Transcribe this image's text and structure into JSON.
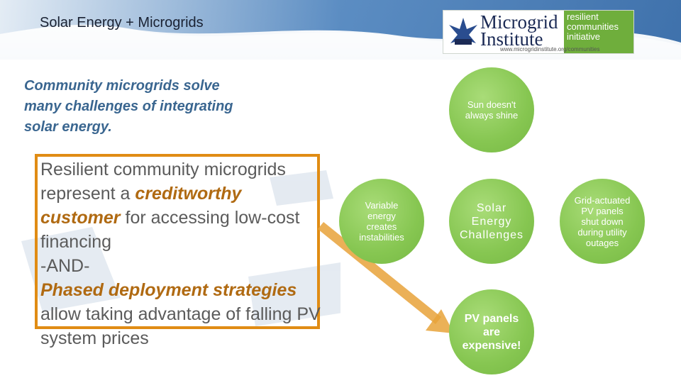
{
  "header": {
    "title": "Solar Energy + Microgrids"
  },
  "logo": {
    "line1": "Microgrid",
    "line2": "Institute",
    "tagline": "resilient communities initiative",
    "url": "www.microgridinstitute.org/communities"
  },
  "intro": "Community microgrids solve many challenges of integrating solar energy.",
  "body": {
    "part1": "Resilient community microgrids represent a ",
    "highlight1": "creditworthy customer",
    "part2": " for accessing low-cost financing",
    "separator": "-AND-",
    "highlight2": "Phased deployment strategies",
    "part3": " allow taking advantage of falling PV system prices"
  },
  "diagram": {
    "center": "Solar Energy Challenges",
    "top": "Sun doesn't always shine",
    "left": "Variable energy creates instabilities",
    "right": "Grid-actuated PV panels shut down during utility outages",
    "bottom": "PV panels are expensive!"
  },
  "colors": {
    "circle_green": "#86c651",
    "box_border": "#e08c14",
    "arrow": "#e8a33a",
    "intro_blue": "#3a6690",
    "highlight": "#b06a12"
  }
}
